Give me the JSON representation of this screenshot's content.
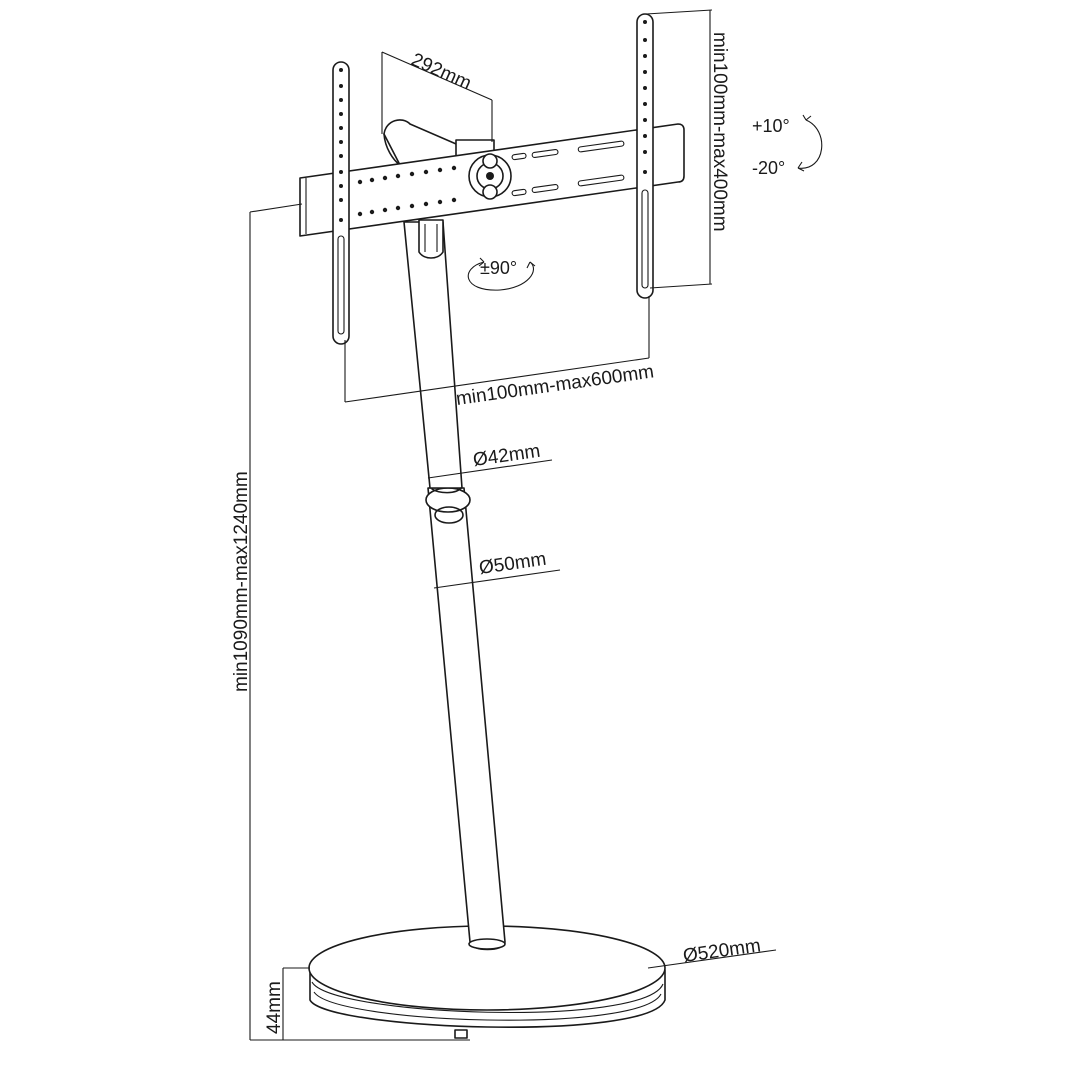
{
  "diagram": {
    "dimensions": {
      "depth": "292mm",
      "vesa_vertical": "min100mm-max400mm",
      "vesa_horizontal": "min100mm-max600mm",
      "height": "min1090mm-max1240mm",
      "upper_pole": "Ø42mm",
      "lower_pole": "Ø50mm",
      "base_diameter": "Ø520mm",
      "base_height": "44mm"
    },
    "rotations": {
      "tilt_up": "+10°",
      "tilt_down": "-20°",
      "swivel": "±90°"
    }
  }
}
